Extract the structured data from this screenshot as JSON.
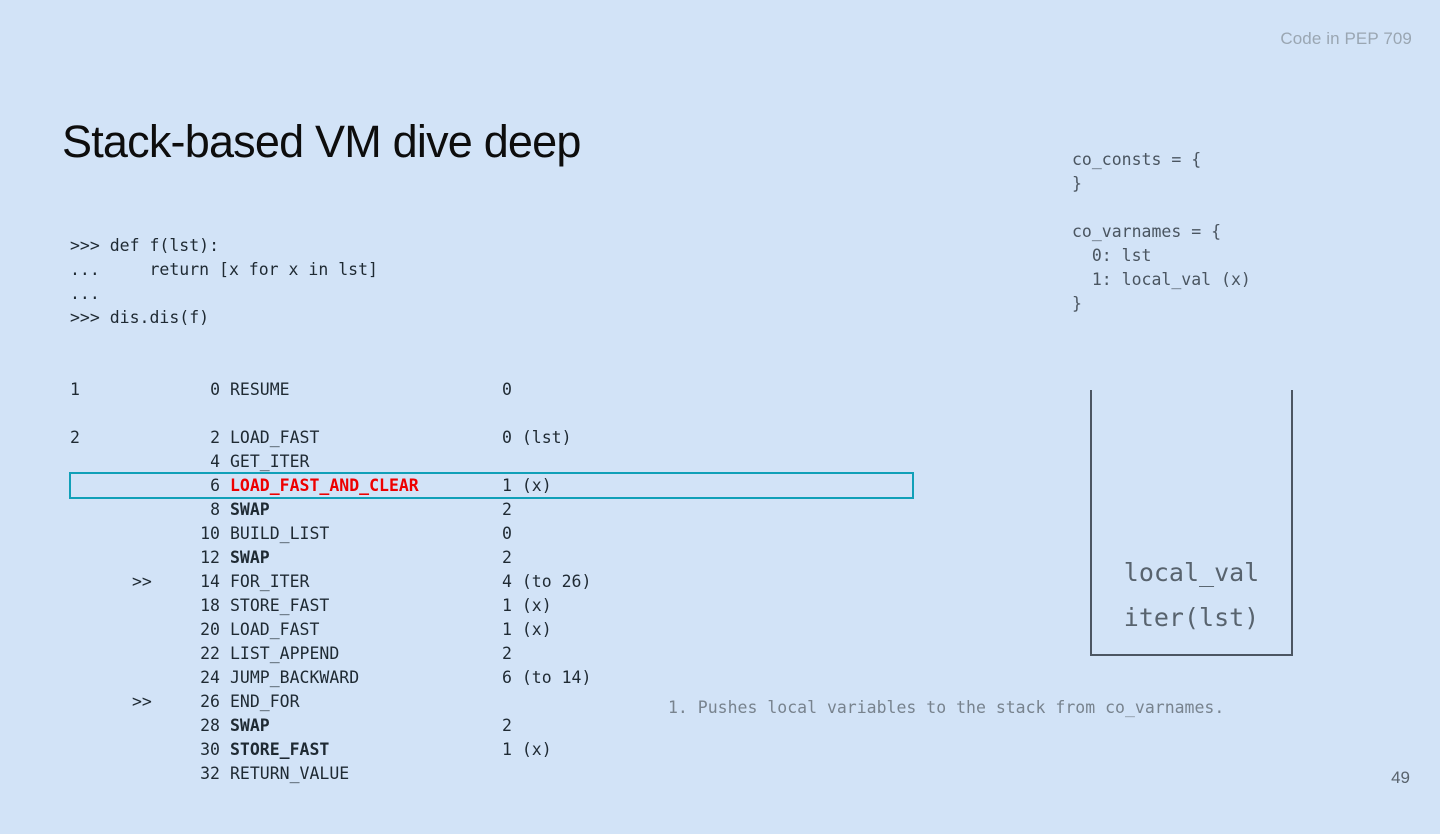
{
  "header": {
    "label": "Code in PEP 709"
  },
  "title": "Stack-based VM dive deep",
  "page_number": "49",
  "repl": [
    ">>> def f(lst):",
    "...     return [x for x in lst]",
    "...",
    ">>> dis.dis(f)"
  ],
  "disassembly": {
    "rows": [
      {
        "lineno": "1",
        "jump": "",
        "offset": "0",
        "opname": "RESUME",
        "arg": "0",
        "style": "normal"
      },
      {
        "spacer": true
      },
      {
        "lineno": "2",
        "jump": "",
        "offset": "2",
        "opname": "LOAD_FAST",
        "arg": "0 (lst)",
        "style": "normal"
      },
      {
        "lineno": "",
        "jump": "",
        "offset": "4",
        "opname": "GET_ITER",
        "arg": "",
        "style": "normal"
      },
      {
        "lineno": "",
        "jump": "",
        "offset": "6",
        "opname": "LOAD_FAST_AND_CLEAR",
        "arg": "1 (x)",
        "style": "highlight"
      },
      {
        "lineno": "",
        "jump": "",
        "offset": "8",
        "opname": "SWAP",
        "arg": "2",
        "style": "bold"
      },
      {
        "lineno": "",
        "jump": "",
        "offset": "10",
        "opname": "BUILD_LIST",
        "arg": "0",
        "style": "normal"
      },
      {
        "lineno": "",
        "jump": "",
        "offset": "12",
        "opname": "SWAP",
        "arg": "2",
        "style": "bold"
      },
      {
        "lineno": "",
        "jump": ">>",
        "offset": "14",
        "opname": "FOR_ITER",
        "arg": "4 (to 26)",
        "style": "normal"
      },
      {
        "lineno": "",
        "jump": "",
        "offset": "18",
        "opname": "STORE_FAST",
        "arg": "1 (x)",
        "style": "normal"
      },
      {
        "lineno": "",
        "jump": "",
        "offset": "20",
        "opname": "LOAD_FAST",
        "arg": "1 (x)",
        "style": "normal"
      },
      {
        "lineno": "",
        "jump": "",
        "offset": "22",
        "opname": "LIST_APPEND",
        "arg": "2",
        "style": "normal"
      },
      {
        "lineno": "",
        "jump": "",
        "offset": "24",
        "opname": "JUMP_BACKWARD",
        "arg": "6 (to 14)",
        "style": "normal"
      },
      {
        "lineno": "",
        "jump": ">>",
        "offset": "26",
        "opname": "END_FOR",
        "arg": "",
        "style": "normal"
      },
      {
        "lineno": "",
        "jump": "",
        "offset": "28",
        "opname": "SWAP",
        "arg": "2",
        "style": "bold"
      },
      {
        "lineno": "",
        "jump": "",
        "offset": "30",
        "opname": "STORE_FAST",
        "arg": "1 (x)",
        "style": "bold"
      },
      {
        "lineno": "",
        "jump": "",
        "offset": "32",
        "opname": "RETURN_VALUE",
        "arg": "",
        "style": "normal"
      }
    ],
    "highlight_color": "#11a0b8",
    "highlight_text_color": "#ee0000"
  },
  "codeobj": [
    "co_consts = {",
    "}",
    "",
    "co_varnames = {",
    "  0: lst",
    "  1: local_val (x)",
    "}"
  ],
  "stack": {
    "items": [
      "local_val",
      "iter(lst)"
    ]
  },
  "footnote": "1. Pushes local variables to the stack from co_varnames."
}
